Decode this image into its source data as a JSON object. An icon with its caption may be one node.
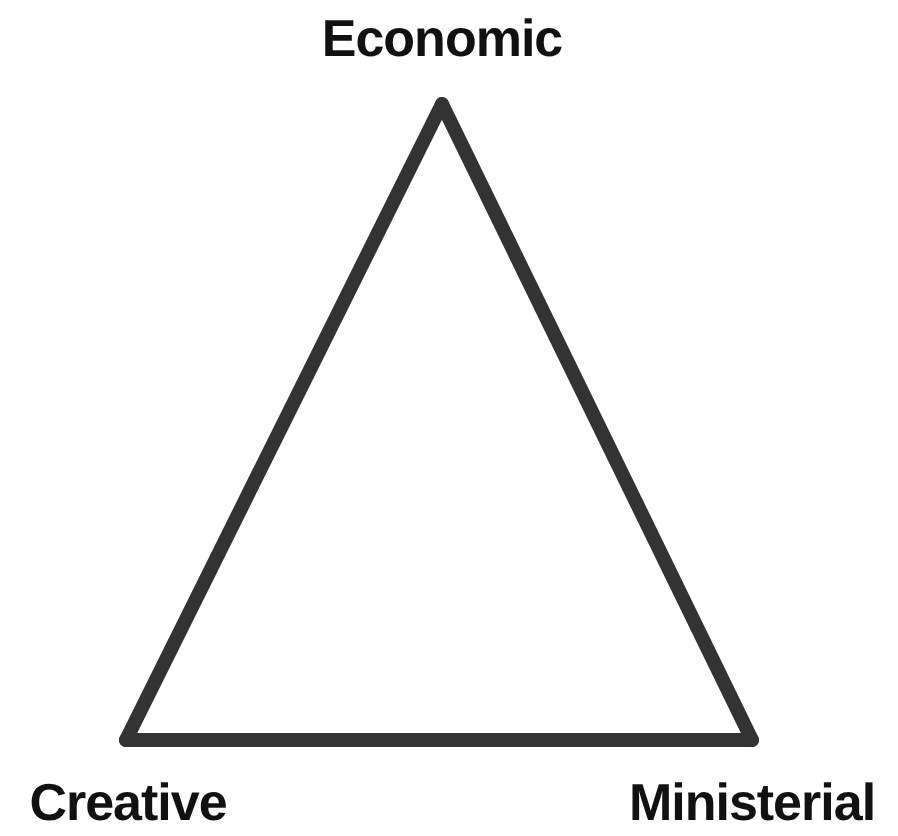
{
  "diagram": {
    "nodes": [
      {
        "text": [
          "Economic"
        ]
      },
      {
        "text": [
          "Creative"
        ]
      },
      {
        "text": [
          "Ministerial"
        ]
      }
    ],
    "edges": [
      {
        "from": 0,
        "to": 1,
        "arrow": "none"
      },
      {
        "from": 1,
        "to": 2,
        "arrow": "none"
      },
      {
        "from": 2,
        "to": 0,
        "arrow": "none"
      }
    ]
  }
}
